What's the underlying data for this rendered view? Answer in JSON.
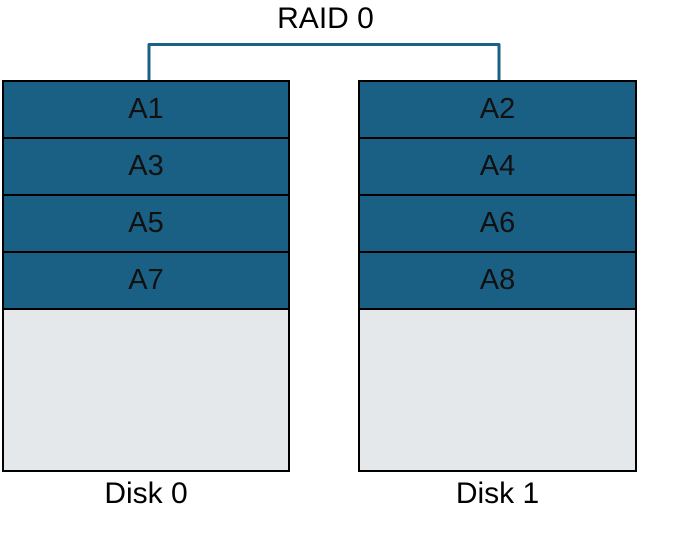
{
  "diagram": {
    "title": "RAID 0",
    "accent_color": "#1a6084",
    "stripe_fill_color": "#1a6084",
    "free_space_color": "#e4e8ea",
    "border_color": "#000000",
    "bracket_color": "#1a6285",
    "disks": [
      {
        "label": "Disk 0",
        "stripes": [
          "A1",
          "A3",
          "A5",
          "A7"
        ]
      },
      {
        "label": "Disk 1",
        "stripes": [
          "A2",
          "A4",
          "A6",
          "A8"
        ]
      }
    ]
  }
}
